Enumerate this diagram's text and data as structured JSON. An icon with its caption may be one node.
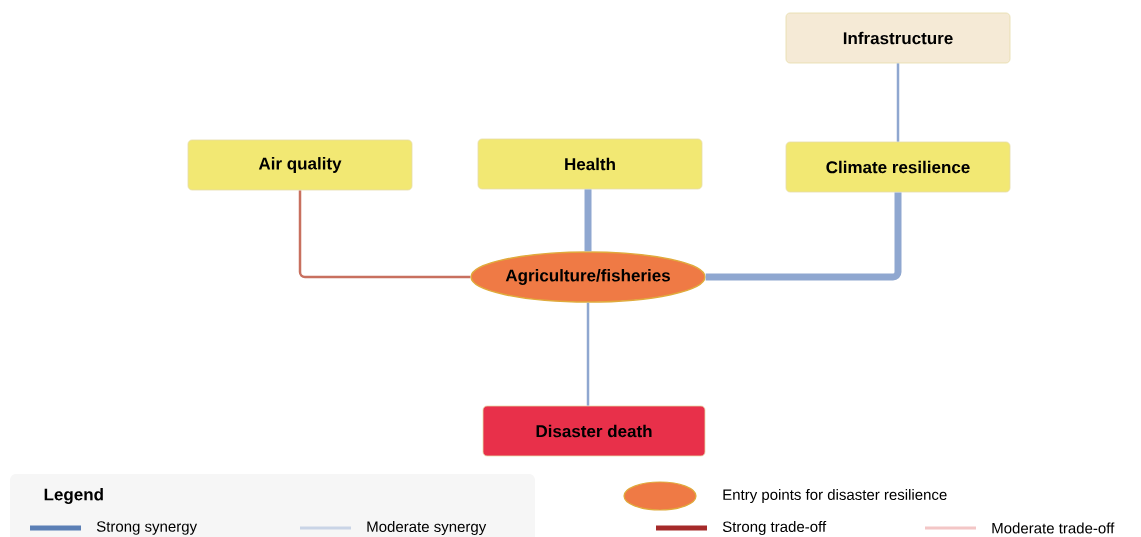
{
  "diagram": {
    "nodes": [
      {
        "text": [
          "Infrastructure"
        ]
      },
      {
        "text": [
          "Air quality"
        ]
      },
      {
        "text": [
          "Health"
        ]
      },
      {
        "text": [
          "Climate resilience"
        ]
      },
      {
        "text": [
          "Agriculture/fisheries"
        ]
      },
      {
        "text": [
          "Disaster death"
        ]
      }
    ],
    "edges": [
      {
        "from": 3,
        "to": 0,
        "arrow": "none"
      },
      {
        "from": 4,
        "to": 1,
        "arrow": "none",
        "color": "#c8705f"
      },
      {
        "from": 4,
        "to": 2,
        "arrow": "none",
        "style": "thick"
      },
      {
        "from": 4,
        "to": 3,
        "arrow": "none",
        "style": "thick"
      },
      {
        "from": 4,
        "to": 5,
        "arrow": "none"
      }
    ],
    "labels": [
      "Legend"
    ],
    "legend": [
      {
        "text": "Strong synergy",
        "color": "#5b7fb5"
      },
      {
        "text": "Moderate synergy",
        "color": "#c9d4e6"
      },
      {
        "text": "Entry points for disaster resilience",
        "color": "#ef7a45"
      },
      {
        "text": "Strong trade-off",
        "color": "#a52a2a"
      },
      {
        "text": "Moderate trade-off",
        "color": "#f3c6c6"
      }
    ]
  }
}
